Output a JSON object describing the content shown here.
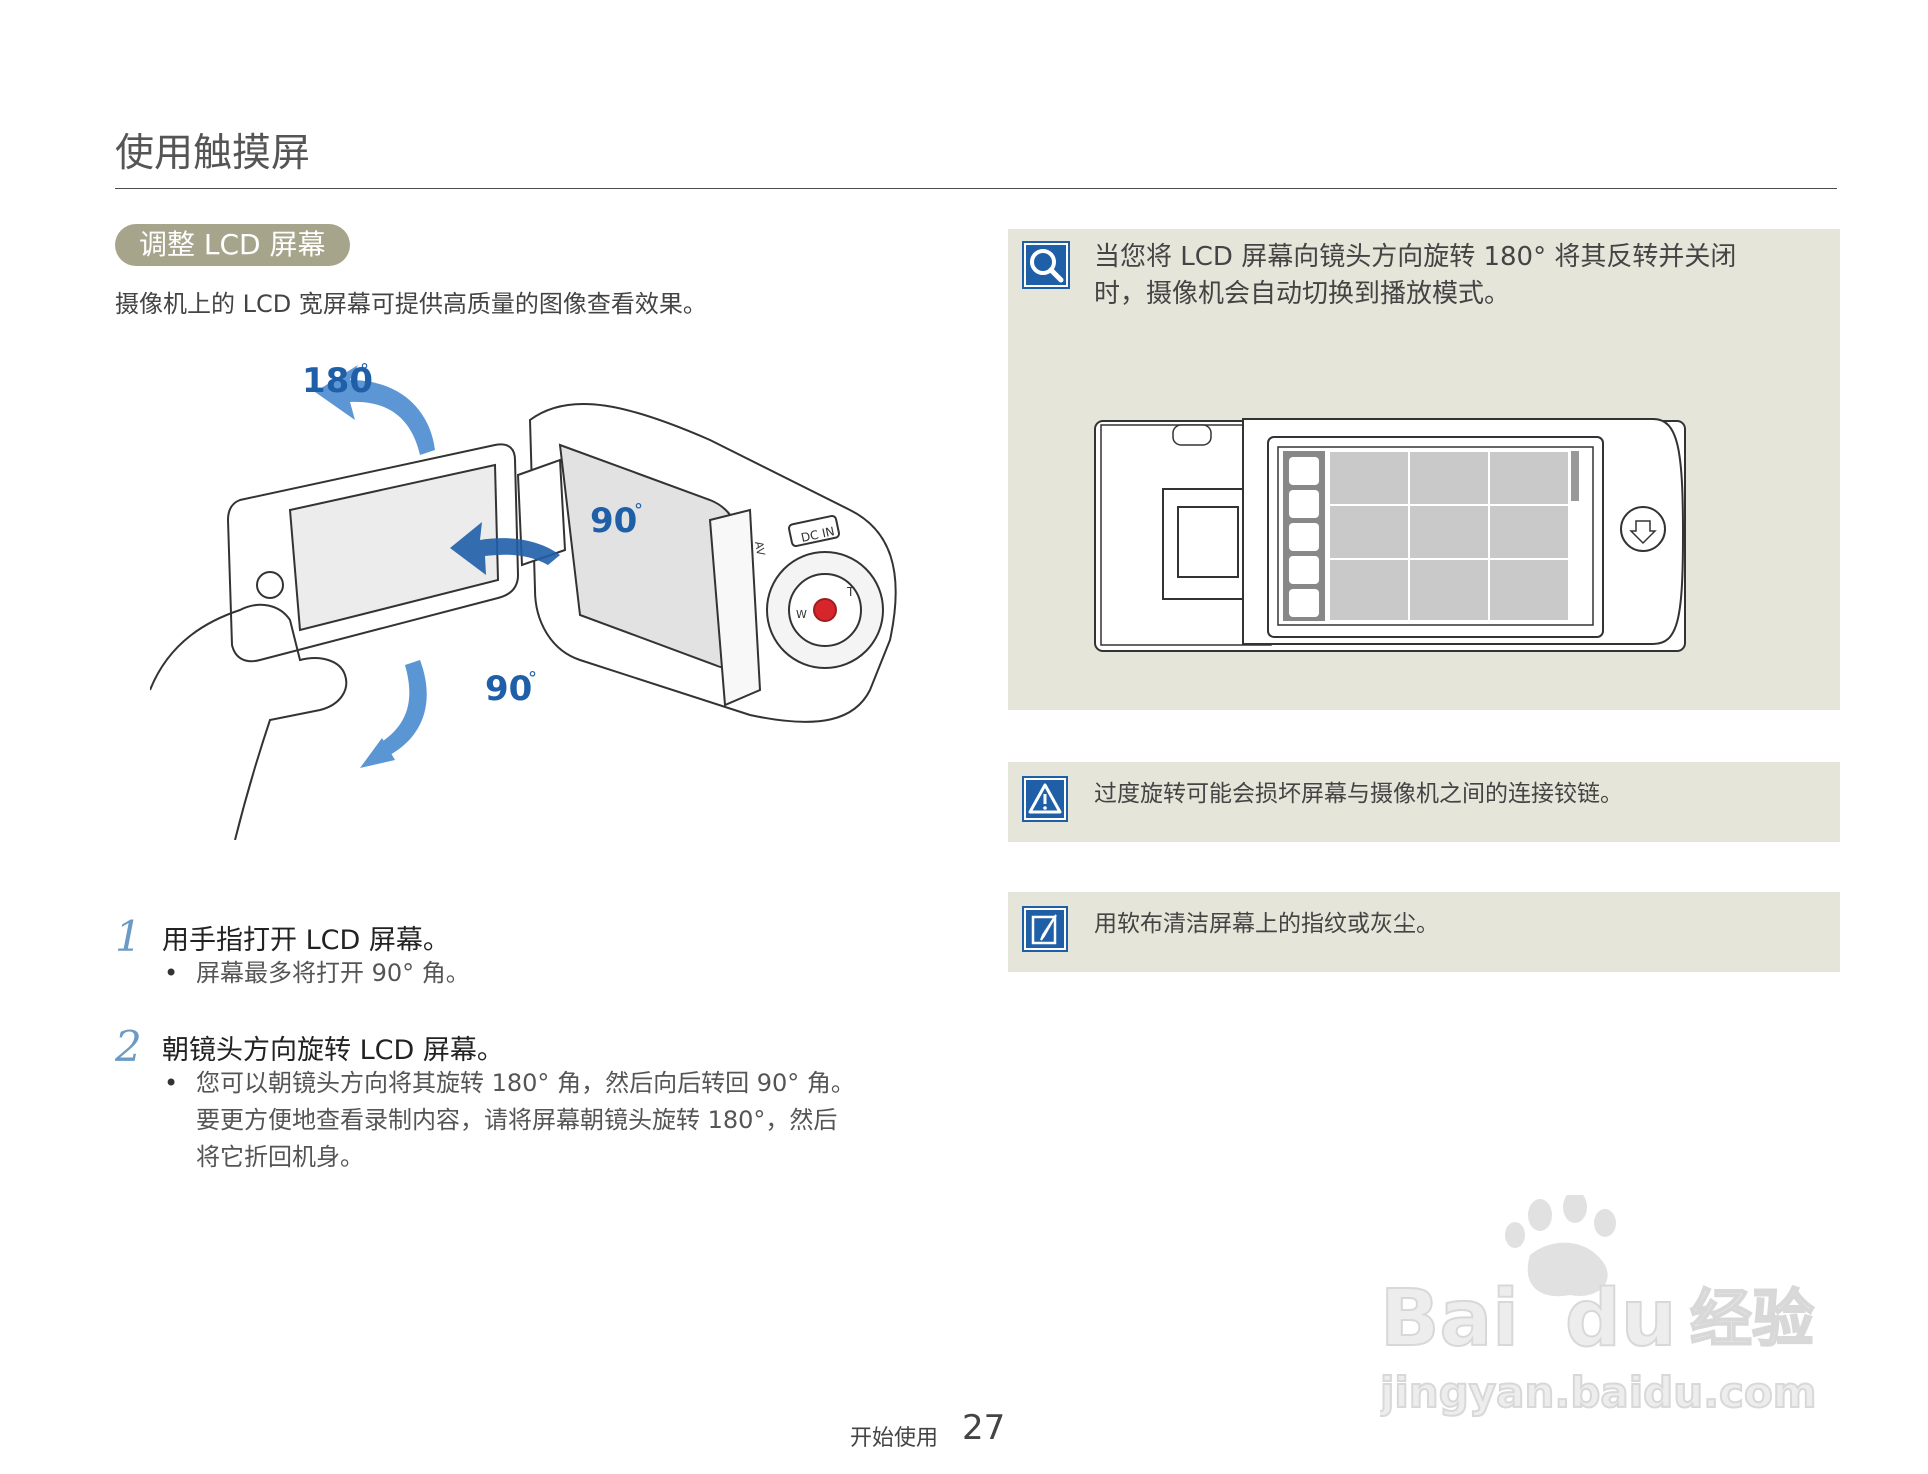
{
  "header": {
    "title": "使用触摸屏"
  },
  "section": {
    "pill": "调整 LCD 屏幕",
    "intro": "摄像机上的 LCD 宽屏幕可提供高质量的图像查看效果。"
  },
  "figure": {
    "angle_top": "180",
    "angle_mid": "90",
    "angle_bottom": "90",
    "degree_mark": "°",
    "dc_label": "DC IN",
    "t_label": "T",
    "w_label": "W",
    "av_label": "AV"
  },
  "steps": [
    {
      "number": "1",
      "title": "用手指打开 LCD 屏幕。",
      "bullets": [
        "屏幕最多将打开 90° 角。"
      ]
    },
    {
      "number": "2",
      "title": "朝镜头方向旋转 LCD 屏幕。",
      "bullet_lines": [
        "您可以朝镜头方向将其旋转 180° 角，然后向后转回 90° 角。",
        "要更方便地查看录制内容，请将屏幕朝镜头旋转 180°，然后",
        "将它折回机身。"
      ]
    }
  ],
  "notes": {
    "info_lines": [
      "当您将 LCD 屏幕向镜头方向旋转 180° 将其反转并关闭",
      "时，摄像机会自动切换到播放模式。"
    ],
    "warning": "过度旋转可能会损坏屏幕与摄像机之间的连接铰链。",
    "tip": "用软布清洁屏幕上的指纹或灰尘。"
  },
  "icons": {
    "info": "magnifier-icon",
    "warning": "warning-triangle-icon",
    "tip": "pencil-note-icon",
    "accent": "#1f5fa8",
    "panel_bg": "#e6e5da",
    "pill_bg": "#a7a48c"
  },
  "footer": {
    "label": "开始使用",
    "page": "27"
  },
  "watermark": {
    "brand": "Baidu",
    "brand_cn": "经验",
    "url": "jingyan.baidu.com"
  }
}
